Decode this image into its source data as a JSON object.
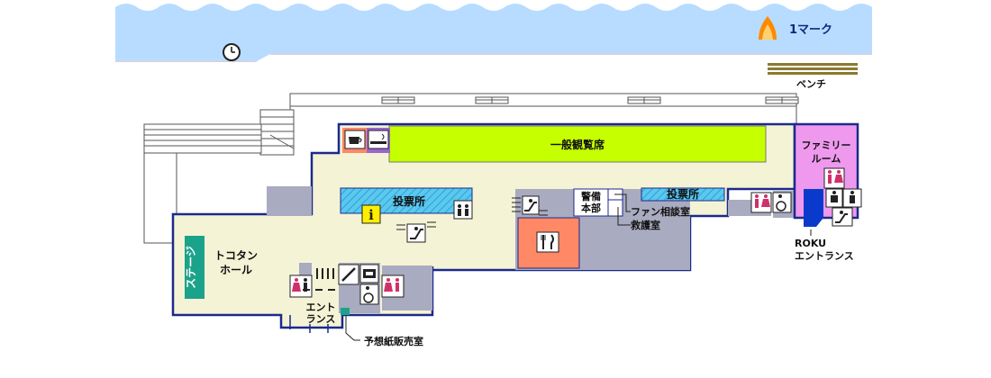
{
  "water": {
    "mark_label": "1マーク"
  },
  "labels": {
    "bench": "ベンチ",
    "general_seating": "一般観覧席",
    "family_room": "ファミリー\nルーム",
    "voting_left": "投票所",
    "voting_right": "投票所",
    "security_hq": "警備\n本部",
    "fan_consult": "ファン相談室",
    "first_aid": "救護室",
    "stage": "ステージ",
    "tokotan_hall": "トコタン\nホール",
    "entrance": "エント\nランス",
    "roku_entrance": "ROKU\nエントランス",
    "form_sales": "予想紙販売室"
  },
  "icons": {
    "info": "i"
  },
  "colors": {
    "water": "#b8dcff",
    "floor": "#f5f3d6",
    "seating": "#c6ff00",
    "family": "#ee99ee",
    "voting": "#5bc8ee",
    "restaurant": "#ff8866",
    "gray": "#a9abc0",
    "info": "#ffee00",
    "stage": "#1aa38a",
    "wall": "#1c2a8a",
    "roku": "#0a3acc"
  }
}
